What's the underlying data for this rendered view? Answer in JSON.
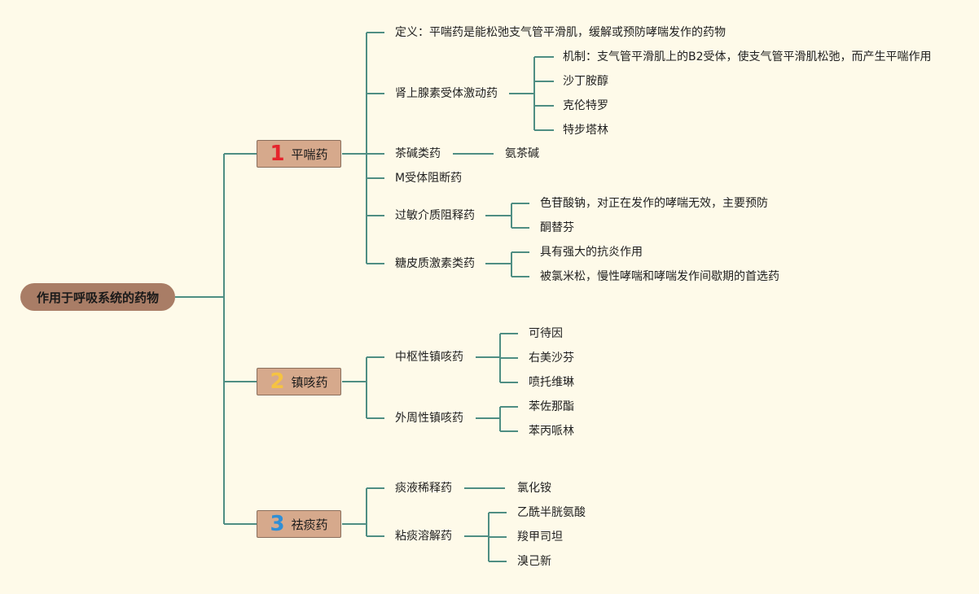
{
  "root": {
    "label": "作用于呼吸系统的药物"
  },
  "categories": [
    {
      "number": "1",
      "number_color": "#e5242c",
      "label": "平喘药"
    },
    {
      "number": "2",
      "number_color": "#f5c342",
      "label": "镇咳药"
    },
    {
      "number": "3",
      "number_color": "#2f8fd6",
      "label": "祛痰药"
    }
  ],
  "pingchuan": {
    "definition": "定义：平喘药是能松弛支气管平滑肌，缓解或预防哮喘发作的药物",
    "adrenergic": {
      "label": "肾上腺素受体激动药",
      "items": [
        "机制：支气管平滑肌上的B2受体，使支气管平滑肌松弛，而产生平喘作用",
        "沙丁胺醇",
        "克伦特罗",
        "特步塔林"
      ]
    },
    "theophylline": {
      "label": "茶碱类药",
      "items": [
        "氨茶碱"
      ]
    },
    "m_blocker": {
      "label": "M受体阻断药"
    },
    "antiallergic": {
      "label": "过敏介质阻释药",
      "items": [
        "色苷酸钠，对正在发作的哮喘无效，主要预防",
        "酮替芬"
      ]
    },
    "glucocorticoid": {
      "label": "糖皮质激素类药",
      "items": [
        "具有强大的抗炎作用",
        "被氯米松，慢性哮喘和哮喘发作间歇期的首选药"
      ]
    }
  },
  "zhenke": {
    "central": {
      "label": "中枢性镇咳药",
      "items": [
        "可待因",
        "右美沙芬",
        "喷托维琳"
      ]
    },
    "peripheral": {
      "label": "外周性镇咳药",
      "items": [
        "苯佐那酯",
        "苯丙哌林"
      ]
    }
  },
  "qutan": {
    "diluent": {
      "label": "痰液稀释药",
      "items": [
        "氯化铵"
      ]
    },
    "mucolytic": {
      "label": "粘痰溶解药",
      "items": [
        "乙酰半胱氨酸",
        "羧甲司坦",
        "溴己新"
      ]
    }
  },
  "colors": {
    "line": "#4f8e83",
    "root_fill": "#a97d66",
    "category_fill": "#d6a98c",
    "background": "#fefae9"
  }
}
